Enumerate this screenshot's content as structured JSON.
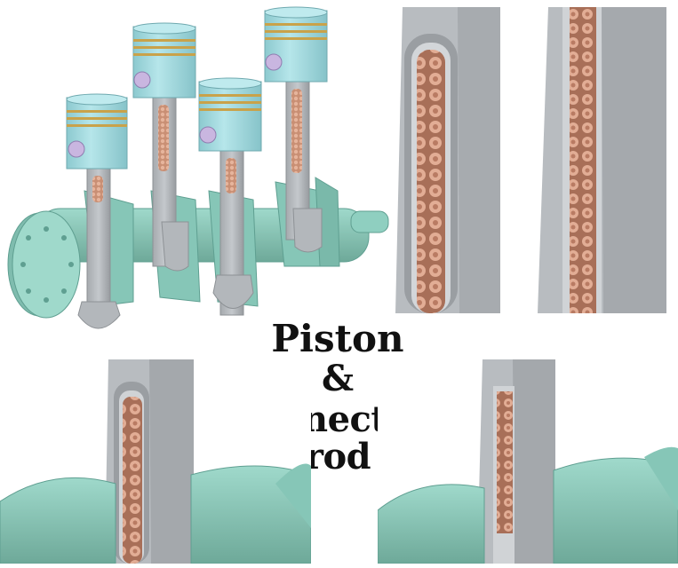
{
  "caption": {
    "line1": "Piston",
    "amp": "&",
    "line2": "Connecting rod"
  },
  "colors": {
    "crank": "#8fcfc0",
    "crank_dark": "#5f9f91",
    "piston": "#a9dde3",
    "ring": "#c9a24a",
    "pin": "#c9b6e0",
    "rod": "#b3b7bb",
    "rod_dark": "#8d9195",
    "lattice": "#d9a58c",
    "lattice_dark": "#9b6a55"
  },
  "panels": [
    {
      "name": "engine-assembly-view"
    },
    {
      "name": "rod-closeup-left"
    },
    {
      "name": "rod-closeup-right"
    },
    {
      "name": "rod-crank-closeup-left"
    },
    {
      "name": "rod-crank-closeup-right"
    }
  ]
}
